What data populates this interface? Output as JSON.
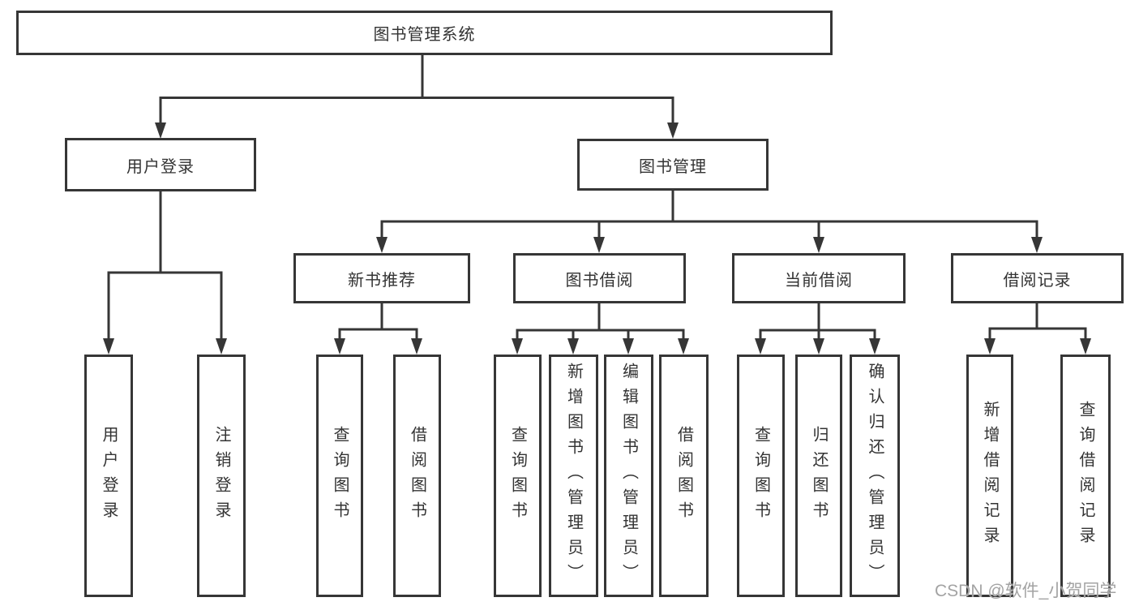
{
  "colors": {
    "line": "#363636",
    "text": "#333333",
    "watermark": "#a3a3a3",
    "background": "#ffffff"
  },
  "tree": {
    "root": {
      "label": "图书管理系统",
      "children": [
        {
          "label": "用户登录",
          "children": [
            {
              "label": "用户登录"
            },
            {
              "label": "注销登录"
            }
          ]
        },
        {
          "label": "图书管理",
          "children": [
            {
              "label": "新书推荐",
              "children": [
                {
                  "label": "查询图书"
                },
                {
                  "label": "借阅图书"
                }
              ]
            },
            {
              "label": "图书借阅",
              "children": [
                {
                  "label": "查询图书"
                },
                {
                  "label": "新增图书（管理员）"
                },
                {
                  "label": "编辑图书（管理员）"
                },
                {
                  "label": "借阅图书"
                }
              ]
            },
            {
              "label": "当前借阅",
              "children": [
                {
                  "label": "查询图书"
                },
                {
                  "label": "归还图书"
                },
                {
                  "label": "确认归还（管理员）"
                }
              ]
            },
            {
              "label": "借阅记录",
              "children": [
                {
                  "label": "新增借阅记录"
                },
                {
                  "label": "查询借阅记录"
                }
              ]
            }
          ]
        }
      ]
    }
  },
  "watermark": {
    "text": "CSDN @软件_小贺同学"
  }
}
